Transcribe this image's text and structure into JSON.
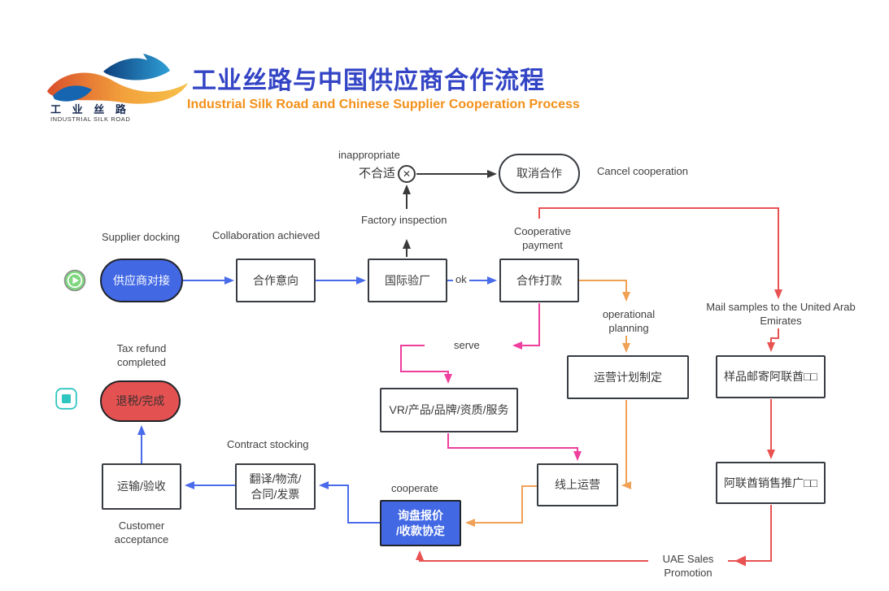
{
  "header": {
    "logo": {
      "brand_cn": "工 业 丝 路",
      "brand_en": "INDUSTRIAL SILK ROAD"
    },
    "title_cn": "工业丝路与中国供应商合作流程",
    "title_en": "Industrial Silk Road and Chinese Supplier Cooperation Process"
  },
  "flow": {
    "icons": {
      "start": "play-icon",
      "end": "stop-icon",
      "reject": "circle-x-icon",
      "reject_glyph": "✕"
    },
    "nodes": {
      "supplier_docking": {
        "label": "供应商对接",
        "caption": "Supplier docking"
      },
      "cooperation_intention": {
        "label": "合作意向",
        "caption": "Collaboration achieved"
      },
      "factory_inspection": {
        "label": "国际验厂",
        "caption": "Factory inspection"
      },
      "cooperative_payment": {
        "label": "合作打款",
        "caption": "Cooperative payment"
      },
      "cancel_cooperation": {
        "label": "取消合作",
        "caption": "Cancel cooperation"
      },
      "inappropriate": {
        "label": "不合适",
        "caption": "inappropriate"
      },
      "operational_planning": {
        "label": "运营计划制定",
        "caption": "operational planning"
      },
      "mail_samples": {
        "label": "样品邮寄阿联酋□□",
        "caption": "Mail samples to the United Arab Emirates"
      },
      "vr_service": {
        "label": "VR/产品/品牌/资质/服务"
      },
      "online_operation": {
        "label": "线上运营"
      },
      "uae_sales_promotion": {
        "label": "阿联酋销售推广□□",
        "caption": "UAE Sales Promotion"
      },
      "inquiry_quotation": {
        "line1": "询盘报价",
        "line2": "/收款协定",
        "caption": "cooperate"
      },
      "translation_logistics": {
        "line1": "翻译/物流/",
        "line2": "合同/发票",
        "caption": "Contract stocking"
      },
      "transport_acceptance": {
        "label": "运输/验收",
        "caption": "Customer acceptance"
      },
      "tax_refund": {
        "label": "退税/完成",
        "caption": "Tax refund completed"
      }
    },
    "edge_labels": {
      "ok": "ok",
      "serve": "serve"
    },
    "colors": {
      "title_blue": "#3344c5",
      "subtitle_orange": "#f39019",
      "node_blue": "#4268e4",
      "node_red": "#e35151",
      "arrow_blue": "#4a6ceb",
      "arrow_pink": "#ee3f9e",
      "arrow_orange": "#f0a155",
      "arrow_red": "#e85352",
      "arrow_black": "#3a3a3a",
      "start_green": "#7ed67e",
      "end_teal": "#2fc5c0"
    }
  }
}
